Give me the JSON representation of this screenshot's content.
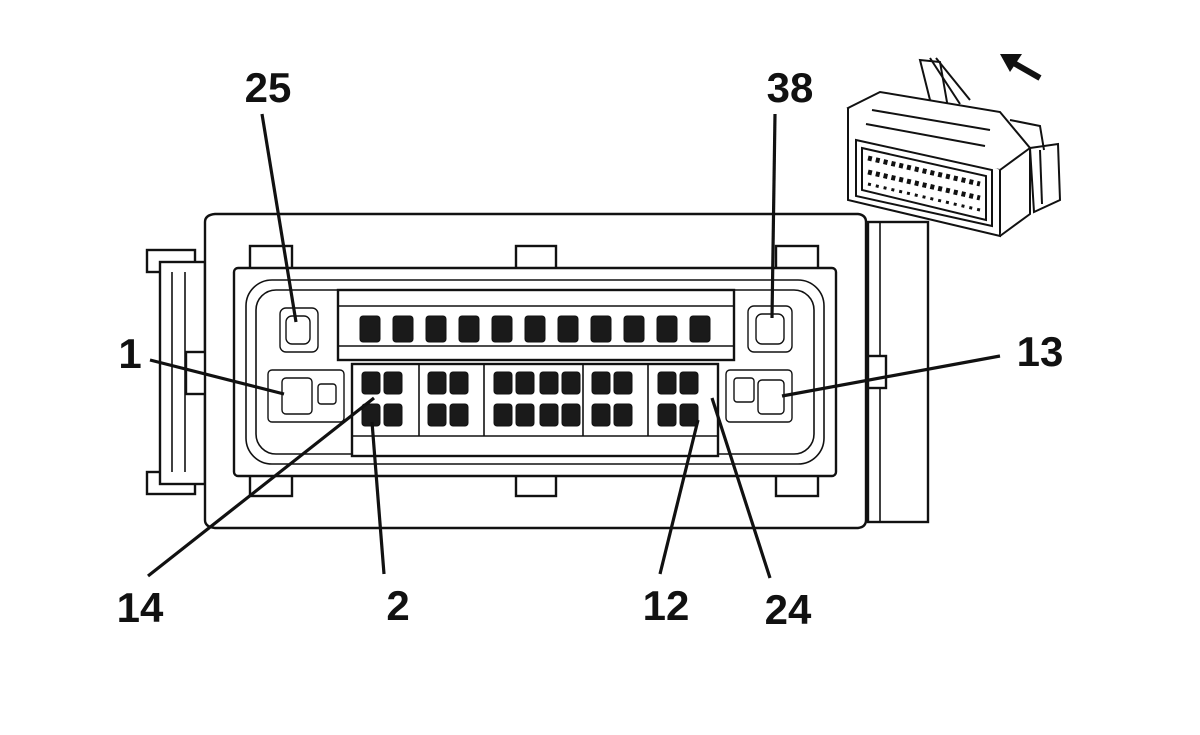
{
  "diagram": {
    "labels": {
      "pin_1": "1",
      "pin_2": "2",
      "pin_12": "12",
      "pin_13": "13",
      "pin_14": "14",
      "pin_24": "24",
      "pin_25": "25",
      "pin_38": "38"
    },
    "icons": {
      "view_arrow": "arrow-up-left-icon",
      "inset": "connector-isometric-inset"
    },
    "colors": {
      "ink": "#111111",
      "background": "#ffffff"
    }
  }
}
